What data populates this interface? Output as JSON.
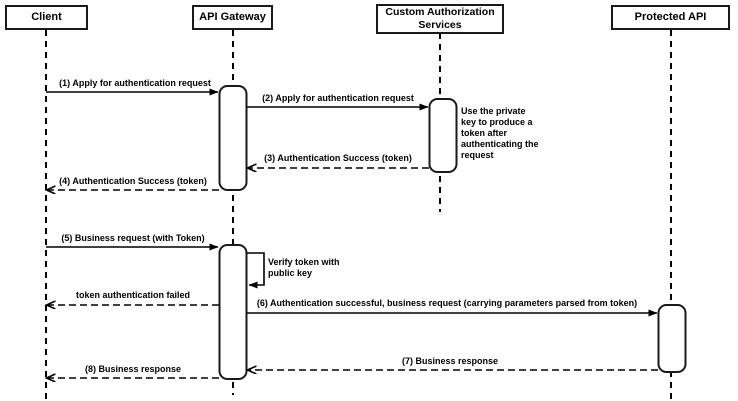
{
  "diagram": {
    "type": "uml-sequence-diagram",
    "colors": {
      "stroke": "#000000",
      "fill": "#ffffff"
    },
    "participants": [
      {
        "label": "Client"
      },
      {
        "label": "API Gateway"
      },
      {
        "label": "Custom Authorization Services"
      },
      {
        "label": "Protected API"
      }
    ],
    "messages": [
      {
        "label": "(1) Apply for authentication request",
        "from": "Client",
        "to": "API Gateway",
        "style": "solid"
      },
      {
        "label": "(2) Apply for authentication request",
        "from": "API Gateway",
        "to": "Custom Authorization Services",
        "style": "solid"
      },
      {
        "label": "(3) Authentication Success (token)",
        "from": "Custom Authorization Services",
        "to": "API Gateway",
        "style": "dashed"
      },
      {
        "label": "(4) Authentication Success (token)",
        "from": "API Gateway",
        "to": "Client",
        "style": "dashed"
      },
      {
        "label": "(5) Business request (with Token)",
        "from": "Client",
        "to": "API Gateway",
        "style": "solid"
      },
      {
        "label": "Verify token with public key",
        "from": "API Gateway",
        "to": "API Gateway",
        "style": "self"
      },
      {
        "label": "token authentication failed",
        "from": "API Gateway",
        "to": "Client",
        "style": "dashed"
      },
      {
        "label": "(6) Authentication successful, business request (carrying parameters parsed from token)",
        "from": "API Gateway",
        "to": "Protected API",
        "style": "solid"
      },
      {
        "label": "(7) Business response",
        "from": "Protected API",
        "to": "API Gateway",
        "style": "dashed"
      },
      {
        "label": "(8) Business response",
        "from": "API Gateway",
        "to": "Client",
        "style": "dashed"
      }
    ],
    "note": {
      "text": "Use the private key to produce a token after authenticating the request",
      "attached_to": "Custom Authorization Services"
    }
  }
}
